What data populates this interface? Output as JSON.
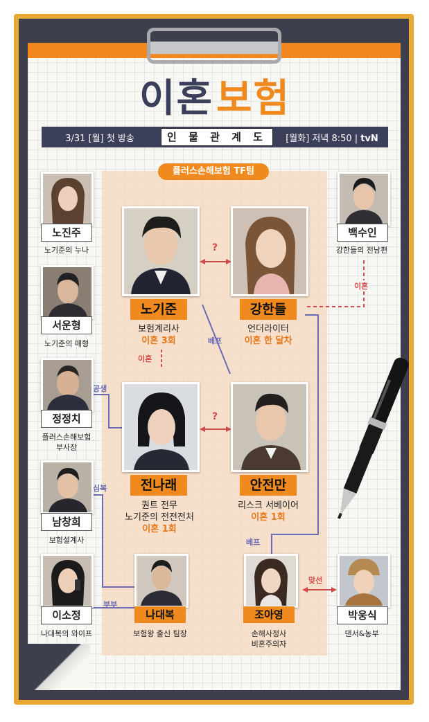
{
  "logo": {
    "part1": "이혼",
    "part2": "보험"
  },
  "info_bar": {
    "premiere": "3/31 [월] 첫 방송",
    "title": "인 물 관 계 도",
    "schedule": "[월화] 저녁 8:50 |",
    "channel": "tvN"
  },
  "team_label": "플러스손해보험 TF팀",
  "main": [
    {
      "name": "노기준",
      "desc": "보험계리사",
      "note": "이혼 3회"
    },
    {
      "name": "강한들",
      "desc": "언더라이터",
      "note": "이혼 한 달차"
    },
    {
      "name": "전나래",
      "desc": "퀀트 전무\n노기준의 전전전처",
      "note": "이혼 1회"
    },
    {
      "name": "안전만",
      "desc": "리스크 서베이어",
      "note": "이혼 1회"
    }
  ],
  "left": [
    {
      "name": "노진주",
      "desc": "노기준의 누나"
    },
    {
      "name": "서운형",
      "desc": "노기준의 매형"
    },
    {
      "name": "정정치",
      "desc": "플러스손해보험\n부사장"
    },
    {
      "name": "남창희",
      "desc": "보험설계사"
    },
    {
      "name": "이소정",
      "desc": "나대복의 와이프"
    }
  ],
  "right": [
    {
      "name": "백수인",
      "desc": "강한들의 전남편"
    },
    {
      "name": "박웅식",
      "desc": "댄서&농부"
    }
  ],
  "bottom": [
    {
      "name": "나대복",
      "desc": "보험왕 출신 팀장"
    },
    {
      "name": "조아영",
      "desc": "손해사정사\n비혼주의자"
    }
  ],
  "relations": {
    "q1": "?",
    "q2": "?",
    "bestie1": "베프",
    "bestie2": "베프",
    "divorce_baek": "이혼",
    "divorce_noh": "이혼",
    "coexist": "공생",
    "confidant": "심복",
    "couple": "부부",
    "rival": "맞선"
  },
  "colors": {
    "orange": "#f08a1e",
    "navy": "#3b3f5a",
    "red": "#d14a4a",
    "purple": "#6a6ab5"
  }
}
